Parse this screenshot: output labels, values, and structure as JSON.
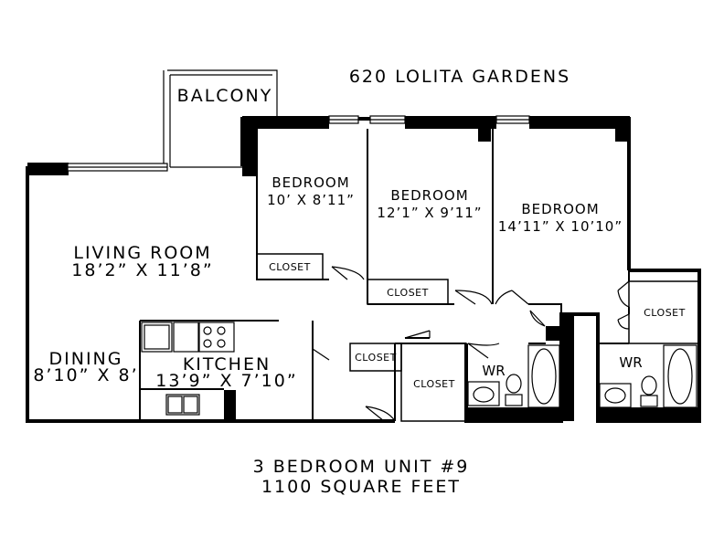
{
  "header": {
    "title": "620 LOLITA GARDENS"
  },
  "footer": {
    "line1": "3 BEDROOM UNIT #9",
    "line2": "1100 SQUARE FEET"
  },
  "rooms": {
    "balcony": "BALCONY",
    "living": {
      "name": "LIVING ROOM",
      "size": "18’2” X 11’8”"
    },
    "dining": {
      "name": "DINING",
      "size": "8’10” X 8’"
    },
    "kitchen": {
      "name": "KITCHEN",
      "size": "13’9” X 7’10”"
    },
    "bedroom1": {
      "name": "BEDROOM",
      "size": "10’ X 8’11”"
    },
    "bedroom2": {
      "name": "BEDROOM",
      "size": "12’1” X 9’11”"
    },
    "bedroom3": {
      "name": "BEDROOM",
      "size": "14’11” X 10’10”"
    },
    "closet_label": "CLOSET",
    "wr_label": "WR"
  }
}
